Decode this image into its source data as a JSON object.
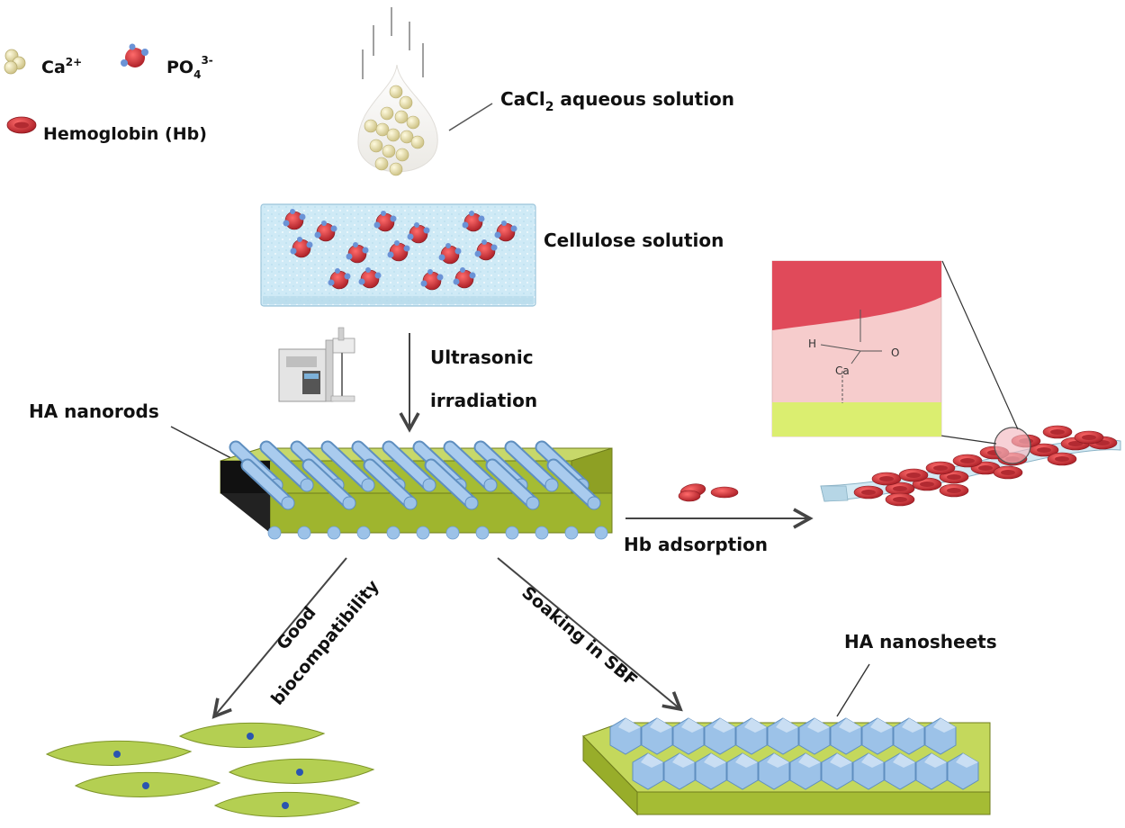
{
  "legend": {
    "ca": "Ca",
    "ca_sup": "2+",
    "po": "PO",
    "po_sub": "4",
    "po_sup": "3-",
    "hb": "Hemoglobin (Hb)"
  },
  "labels": {
    "cacl_pre": "CaCl",
    "cacl_sub": "2",
    "cacl_post": " aqueous solution",
    "cellulose": "Cellulose solution",
    "ultrasonic_1": "Ultrasonic",
    "ultrasonic_2": "irradiation",
    "ha_nanorods": "HA nanorods",
    "hb_adsorption": "Hb adsorption",
    "good": "Good",
    "biocompat": "biocompatibility",
    "soaking": "Soaking in SBF",
    "ha_nanosheets": "HA nanosheets"
  },
  "inset": {
    "h": "H",
    "ca": "Ca",
    "o": "O"
  },
  "colors": {
    "ca_ball": "#ece6b0",
    "hb_red": "#cc2d35",
    "rod_blue": "#9cc2e8",
    "substrate_green": "#a8bf3a",
    "cell_green": "#b4cf52",
    "cell_nucleus": "#2a55b0",
    "inset_top": "#e04a5a",
    "inset_mid": "#f6cccc",
    "inset_bottom": "#dbee70",
    "arrow": "#444444"
  }
}
